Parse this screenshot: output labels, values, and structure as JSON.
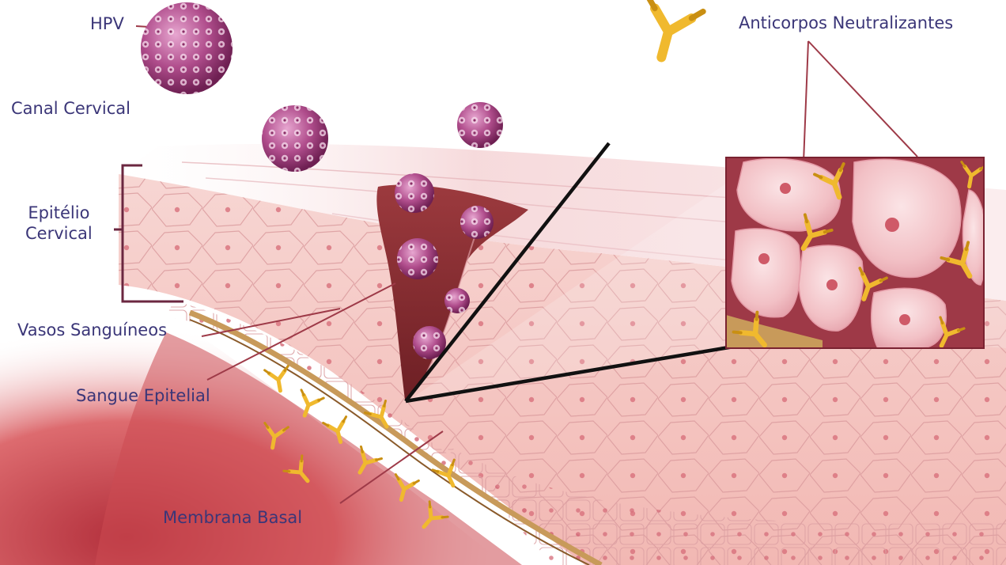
{
  "labels": {
    "hpv": "HPV",
    "canal_cervical": "Canal Cervical",
    "epitelio_line1": "Epitélio",
    "epitelio_line2": "Cervical",
    "vasos_sanguineos": "Vasos Sanguíneos",
    "sangue_epitelial": "Sangue Epitelial",
    "membrana_basal": "Membrana Basal",
    "anticorpos_neutralizantes": "Anticorpos Neutralizantes"
  },
  "colors": {
    "label_text": "#3b3678",
    "leader_line": "#9e3a48",
    "bracket": "#6b2740",
    "virus": "#a23b7c",
    "antibody": "#f0b92e",
    "tissue": "#f6cbc6",
    "blood": "#c8404a"
  }
}
